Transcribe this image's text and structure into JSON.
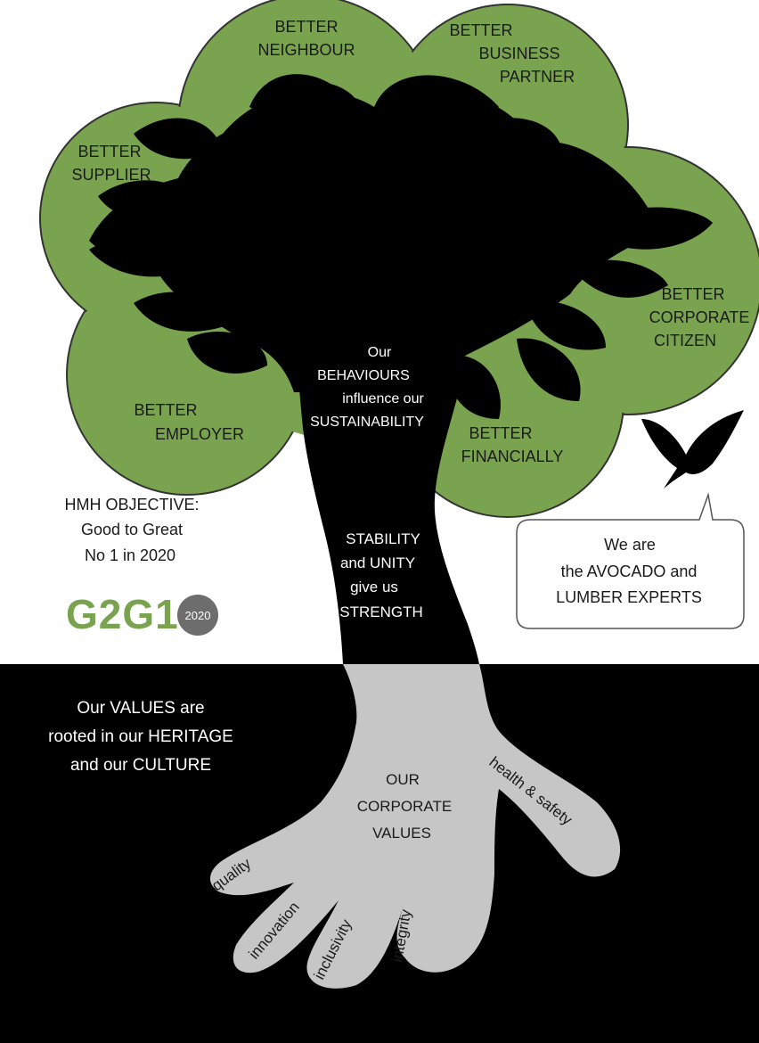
{
  "colors": {
    "canopy_green": "#7aa34f",
    "canopy_outline": "#333333",
    "tree_black": "#000000",
    "roots_grey": "#c6c6c6",
    "ground_black": "#000000",
    "text_dark": "#1a1a1a",
    "text_light": "#ffffff",
    "logo_green": "#7aa34f",
    "logo_circle": "#6d6d6d"
  },
  "canopy_labels": {
    "neighbour": [
      "BETTER",
      "NEIGHBOUR"
    ],
    "business_partner": [
      "BETTER",
      "BUSINESS",
      "PARTNER"
    ],
    "supplier": [
      "BETTER",
      "SUPPLIER"
    ],
    "corporate_citizen": [
      "BETTER",
      "CORPORATE",
      "CITIZEN"
    ],
    "employer": [
      "BETTER",
      "EMPLOYER"
    ],
    "financially": [
      "BETTER",
      "FINANCIALLY"
    ]
  },
  "trunk_text": {
    "behaviours": [
      "Our",
      "BEHAVIOURS",
      "influence our",
      "SUSTAINABILITY"
    ],
    "stability": [
      "STABILITY",
      "and UNITY",
      "give us",
      "STRENGTH"
    ]
  },
  "objective": {
    "lines": [
      "HMH OBJECTIVE:",
      "Good to Great",
      "No 1  in 2020"
    ]
  },
  "logo": {
    "text": "G2G1",
    "badge": "2020"
  },
  "speech_bubble": {
    "lines": [
      "We are",
      "the AVOCADO and",
      "LUMBER EXPERTS"
    ]
  },
  "ground": {
    "heritage": [
      "Our VALUES are",
      "rooted in our HERITAGE",
      "and our CULTURE"
    ],
    "corporate_values": [
      "OUR",
      "CORPORATE",
      "VALUES"
    ],
    "values": {
      "quality": "quality",
      "innovation": "innovation",
      "inclusivity": "inclusivity",
      "integrity": "integrity",
      "health_safety": "health & safety"
    }
  }
}
